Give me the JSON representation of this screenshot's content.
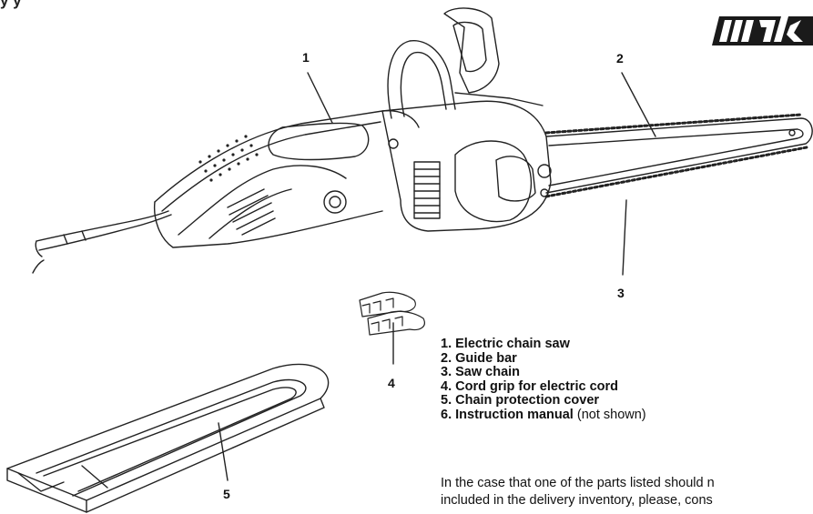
{
  "page": {
    "top_cut_text": "y  y"
  },
  "logo": {
    "text": "mak"
  },
  "callouts": [
    "1",
    "2",
    "3",
    "4",
    "5"
  ],
  "parts_list": [
    {
      "num": "1.",
      "label": "Electric chain saw",
      "note": ""
    },
    {
      "num": "2.",
      "label": "Guide bar",
      "note": ""
    },
    {
      "num": "3.",
      "label": "Saw chain",
      "note": ""
    },
    {
      "num": "4.",
      "label": "Cord grip for electric cord",
      "note": ""
    },
    {
      "num": "5.",
      "label": "Chain protection cover",
      "note": ""
    },
    {
      "num": "6.",
      "label": "Instruction manual",
      "note": "(not shown)"
    }
  ],
  "paragraph": {
    "line1": "In the case that one of the parts listed should n",
    "line2": "included in the delivery inventory, please, cons"
  }
}
